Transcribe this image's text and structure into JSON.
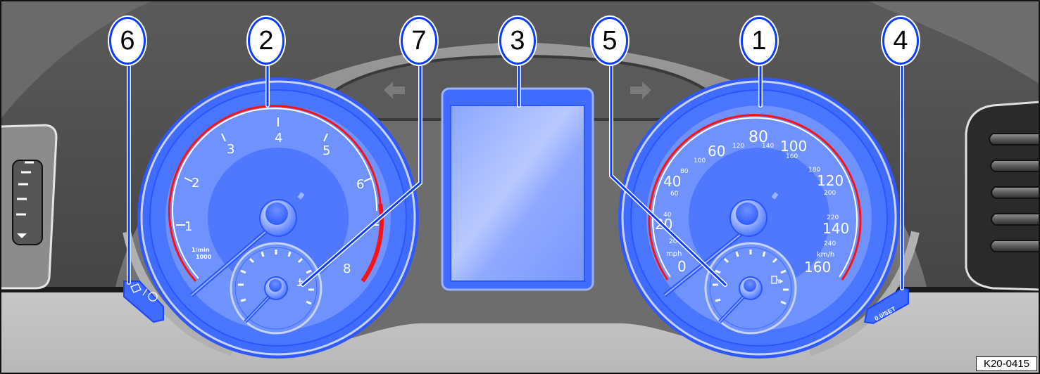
{
  "figure": {
    "code": "K20-0415",
    "subject": "Instrument cluster overview"
  },
  "colors": {
    "callout_border": "#0a3cff",
    "gauge_blue": "#3f6bff",
    "gauge_face": "#6f92ff",
    "redline": "#ff1010",
    "dash_dark": "#4a4a4a",
    "dash_mid": "#8a8a8a",
    "dash_light": "#c2c2c2"
  },
  "callouts": [
    {
      "id": "6",
      "target": "trip-reset/clock-button"
    },
    {
      "id": "2",
      "target": "tachometer"
    },
    {
      "id": "7",
      "target": "coolant-temperature-gauge"
    },
    {
      "id": "3",
      "target": "center-display"
    },
    {
      "id": "5",
      "target": "fuel-gauge"
    },
    {
      "id": "1",
      "target": "speedometer"
    },
    {
      "id": "4",
      "target": "0.0/SET-button"
    }
  ],
  "tachometer": {
    "labels": [
      "1",
      "2",
      "3",
      "4",
      "5",
      "6",
      "8"
    ],
    "unit_line1": "1/min",
    "unit_line2": "1000"
  },
  "speedometer": {
    "mph_labels": [
      "0",
      "20",
      "40",
      "60",
      "80",
      "100",
      "120",
      "140",
      "160"
    ],
    "kmh_labels": [
      "0",
      "20",
      "40",
      "60",
      "80",
      "100",
      "120",
      "140",
      "160",
      "180",
      "200",
      "220",
      "240"
    ],
    "unit_mph": "mph",
    "unit_kmh": "km/h"
  },
  "buttons": {
    "left_icon_desc": "display-mode / clock",
    "right_label": "0.0/SET"
  },
  "indicators": {
    "turn_left": "left-turn-arrow",
    "turn_right": "right-turn-arrow",
    "coolant_icon": "thermometer-icon",
    "fuel_icon": "fuel-pump-icon"
  }
}
